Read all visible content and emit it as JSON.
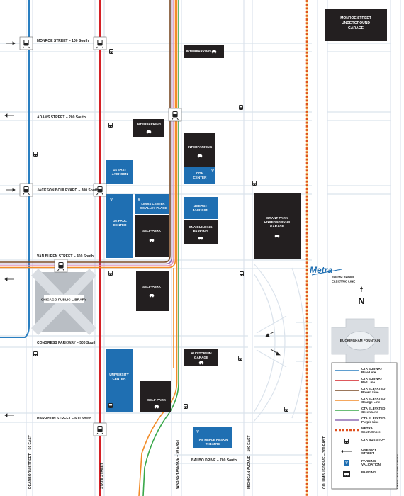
{
  "streets": {
    "monroe": "MONROE STREET – 100 South",
    "adams": "ADAMS STREET – 200 South",
    "jackson": "JACKSON BOULEVARD – 300 South",
    "van_buren": "VAN BUREN STREET – 400 South",
    "congress": "CONGRESS PARKWAY – 500 South",
    "harrison": "HARRISON STREET – 600 South",
    "balbo": "BALBO DRIVE – 700 South",
    "dearborn": "DEARBORN STREET – 50 EAST",
    "state": "STATE STREET",
    "wabash": "WABASH AVENUE – 50 EAST",
    "michigan": "MICHIGAN AVENUE – 100 EAST",
    "columbus": "COLUMBUS DRIVE – 300 EAST",
    "lake_shore": "LAKE SHORE DRIVE"
  },
  "places": {
    "monroe_garage": [
      "MONROE STREET",
      "UNDERGROUND",
      "GARAGE"
    ],
    "interparking_1": [
      "INTERPARKING"
    ],
    "interparking_2": [
      "INTERPARKING"
    ],
    "interparking_3": [
      "INTERPARKING"
    ],
    "fourteen_east": [
      "14 EAST",
      "JACKSON"
    ],
    "cdm": [
      "CDM",
      "CENTER"
    ],
    "depaul": [
      "DE PAUL",
      "CENTER"
    ],
    "lewis": [
      "LEWIS CENTER",
      "O'MALLEY PLACE"
    ],
    "self_park_1": [
      "SELF-PARK"
    ],
    "thirty_five": [
      "35 EAST",
      "JACKSON"
    ],
    "cna": [
      "CNA BUILDING",
      "PARKING"
    ],
    "grant_park": [
      "GRANT PARK",
      "UNDERGROUND",
      "GARAGE"
    ],
    "library": [
      "CHICAGO PUBLIC LIBRARY"
    ],
    "self_park_2": [
      "SELF-PARK"
    ],
    "auditorium": [
      "AUDITORIUM",
      "GARAGE"
    ],
    "university": [
      "UNIVERSITY",
      "CENTER"
    ],
    "self_park_3": [
      "SELF-PARK"
    ],
    "merle": [
      "THE MERLE RESKIN",
      "THEATRE"
    ],
    "buckingham": [
      "BUCKINGHAM FOUNTAIN"
    ]
  },
  "metra": {
    "logo": "Metra",
    "sub1": "SOUTH SHORE",
    "sub2": "ELECTRIC LINE"
  },
  "north": "N",
  "parking_validation_mark": "V",
  "legend": [
    {
      "label": [
        "CTA SUBWAY",
        "Blue Line"
      ],
      "color": "#2a7fc1",
      "kind": "line"
    },
    {
      "label": [
        "CTA SUBWAY",
        "Red Line"
      ],
      "color": "#d42027",
      "kind": "line"
    },
    {
      "label": [
        "CTA ELEVATED",
        "Brown Line"
      ],
      "color": "#7a4a25",
      "kind": "line"
    },
    {
      "label": [
        "CTA ELEVATED",
        "Orange Line"
      ],
      "color": "#f28c28",
      "kind": "line"
    },
    {
      "label": [
        "CTA ELEVATED",
        "Green Line"
      ],
      "color": "#3aa84a",
      "kind": "line"
    },
    {
      "label": [
        "CTA ELEVATED",
        "Purple Line"
      ],
      "color": "#8e6bb3",
      "kind": "line"
    },
    {
      "label": [
        "METRA",
        "South Shore"
      ],
      "color": "#e0501e",
      "kind": "dashed"
    },
    {
      "label": [
        "CTA BUS STOP"
      ],
      "color": "#222222",
      "kind": "bus"
    },
    {
      "label": [
        "ONE WAY",
        "STREET"
      ],
      "color": "#222222",
      "kind": "arrow"
    },
    {
      "label": [
        "PARKING",
        "VALIDATION"
      ],
      "color": "#1f6fb2",
      "kind": "validation"
    },
    {
      "label": [
        "PARKING"
      ],
      "color": "#222222",
      "kind": "parking"
    }
  ],
  "colors": {
    "blue_line": "#2a7fc1",
    "red_line": "#d42027",
    "brown_line": "#7a4a25",
    "orange_line": "#f28c28",
    "green_line": "#3aa84a",
    "purple_line": "#8e6bb3",
    "pink_line": "#e58fb5",
    "metra": "#e0501e",
    "building_black": "#231f20",
    "building_blue": "#1f6fb2",
    "street": "#dbe3ec",
    "park": "#d9dde2"
  }
}
